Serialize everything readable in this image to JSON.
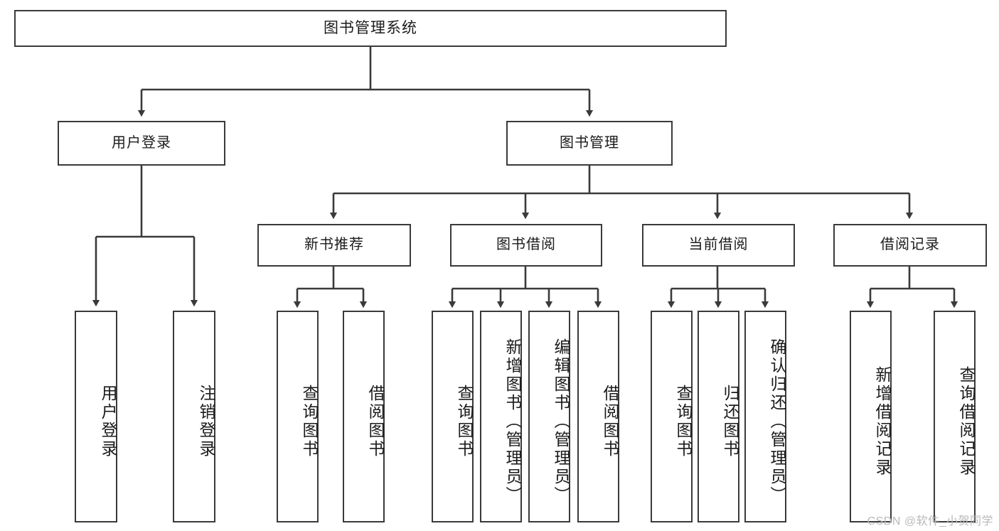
{
  "diagram": {
    "title": "图书管理系统",
    "type": "tree",
    "watermark": "CSDN @软件_小贺同学",
    "colors": {
      "border": "#3a3a3a",
      "background": "#ffffff",
      "text": "#1b1b1b",
      "watermark": "#b9b9b9"
    },
    "nodes": {
      "root": {
        "label": "图书管理系统"
      },
      "level2": [
        {
          "label": "用户登录"
        },
        {
          "label": "图书管理"
        }
      ],
      "level3": [
        {
          "label": "新书推荐"
        },
        {
          "label": "图书借阅"
        },
        {
          "label": "当前借阅"
        },
        {
          "label": "借阅记录"
        }
      ],
      "leaves": {
        "user_login": [
          {
            "label": "用户登录"
          },
          {
            "label": "注销登录"
          }
        ],
        "new_book_recommend": [
          {
            "label": "查询图书"
          },
          {
            "label": "借阅图书"
          }
        ],
        "book_borrow": [
          {
            "label": "查询图书"
          },
          {
            "label": "新增图书（管理员）"
          },
          {
            "label": "编辑图书（管理员）"
          },
          {
            "label": "借阅图书"
          }
        ],
        "current_borrow": [
          {
            "label": "查询图书"
          },
          {
            "label": "归还图书"
          },
          {
            "label": "确认归还（管理员）"
          }
        ],
        "borrow_record": [
          {
            "label": "新增借阅记录"
          },
          {
            "label": "查询借阅记录"
          }
        ]
      }
    }
  }
}
